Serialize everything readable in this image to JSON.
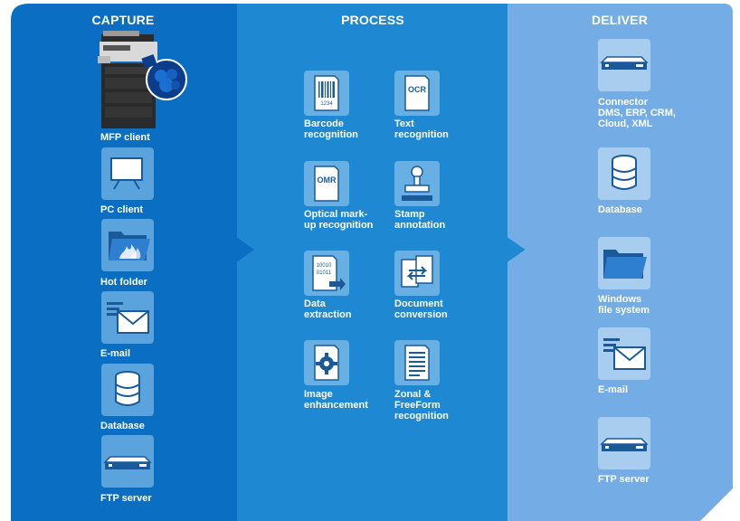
{
  "columns": {
    "capture": {
      "title": "CAPTURE",
      "items": [
        {
          "label": "MFP client",
          "icon": "mfp-printer-icon"
        },
        {
          "label": "PC client",
          "icon": "monitor-icon"
        },
        {
          "label": "Hot folder",
          "icon": "hot-folder-icon"
        },
        {
          "label": "E-mail",
          "icon": "email-icon"
        },
        {
          "label": "Database",
          "icon": "database-icon"
        },
        {
          "label": "FTP server",
          "icon": "server-icon"
        }
      ]
    },
    "process": {
      "title": "PROCESS",
      "items": [
        {
          "label": "Barcode\nrecognition",
          "icon": "barcode-document-icon",
          "icon_text": "1234"
        },
        {
          "label": "Text\nrecognition",
          "icon": "ocr-document-icon",
          "icon_text": "OCR"
        },
        {
          "label": "Optical mark-\nup recognition",
          "icon": "omr-document-icon",
          "icon_text": "OMR"
        },
        {
          "label": "Stamp\nannotation",
          "icon": "stamp-icon"
        },
        {
          "label": "Data\nextraction",
          "icon": "binary-document-icon",
          "icon_text": "10010\n01011"
        },
        {
          "label": "Document\nconversion",
          "icon": "convert-documents-icon"
        },
        {
          "label": "Image\nenhancement",
          "icon": "gear-document-icon"
        },
        {
          "label": "Zonal &\nFreeForm\nrecognition",
          "icon": "zonal-document-icon"
        }
      ]
    },
    "deliver": {
      "title": "DELIVER",
      "items": [
        {
          "label": "Connector\nDMS, ERP, CRM,\nCloud, XML",
          "icon": "connector-server-icon"
        },
        {
          "label": "Database",
          "icon": "database-icon"
        },
        {
          "label": "Windows\nfile system",
          "icon": "folder-icon"
        },
        {
          "label": "E-mail",
          "icon": "email-icon"
        },
        {
          "label": "FTP server",
          "icon": "server-icon"
        }
      ]
    }
  },
  "colors": {
    "capture_bg": "#0a6fc2",
    "process_bg": "#1e88d3",
    "deliver_bg": "#74ade6",
    "icon_dark": "#1a5a9a"
  }
}
